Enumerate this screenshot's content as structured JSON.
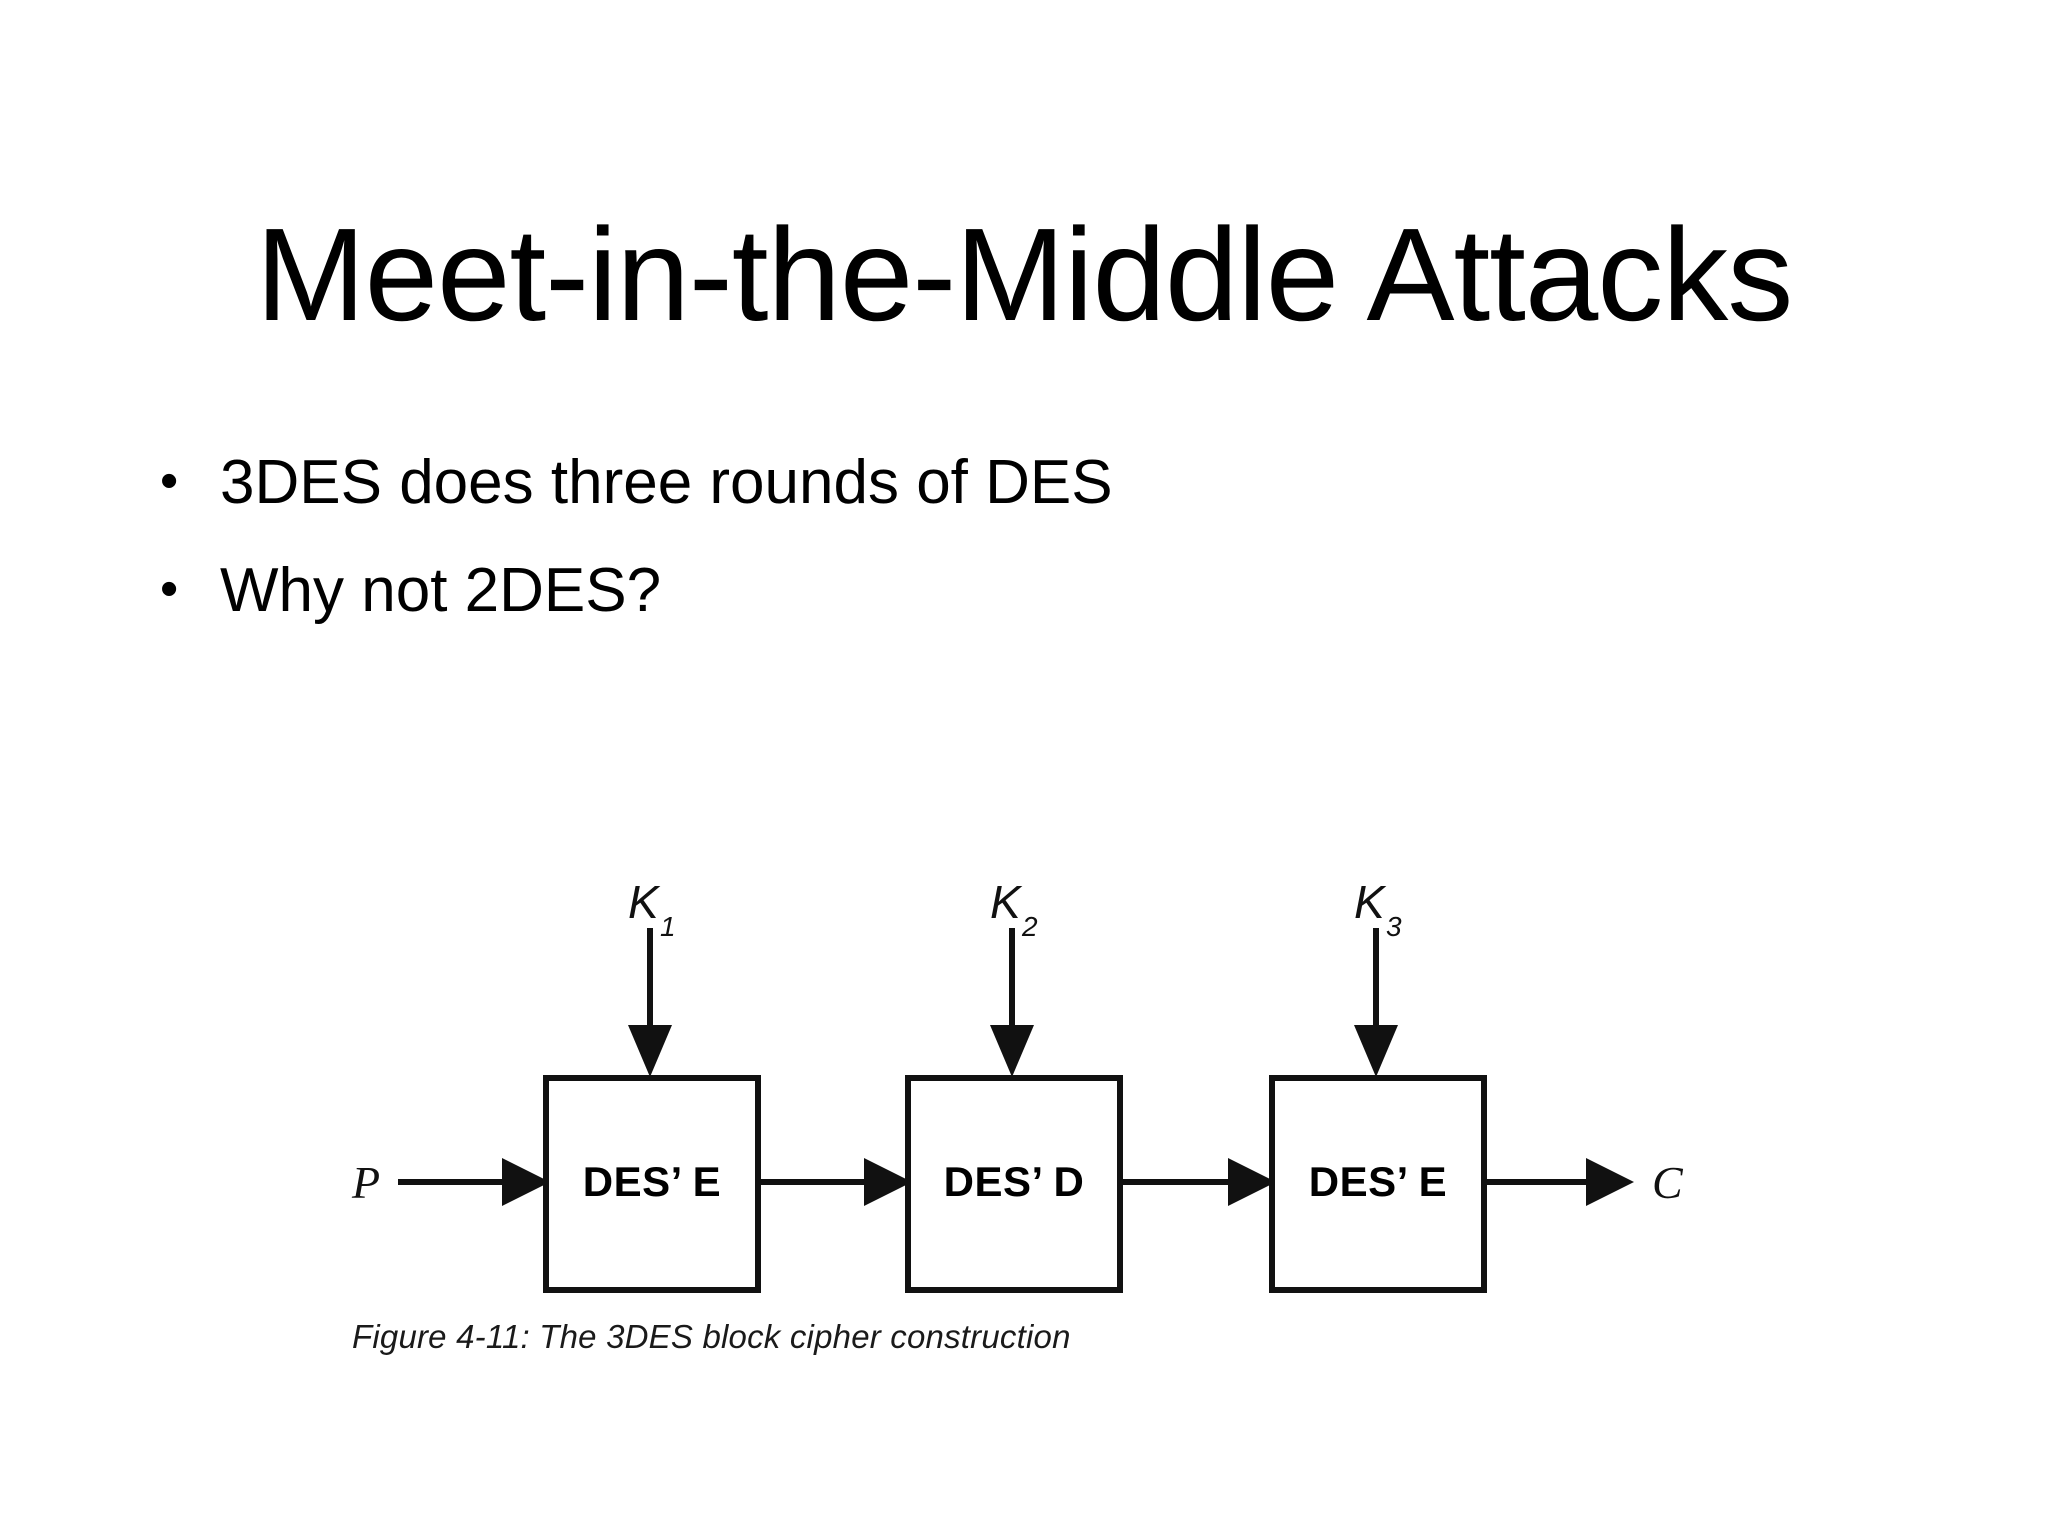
{
  "slide": {
    "title": "Meet-in-the-Middle Attacks",
    "background_color": "#ffffff",
    "text_color": "#000000"
  },
  "bullets": {
    "marker_glyph": "•",
    "items": [
      {
        "text": "3DES does three rounds of DES"
      },
      {
        "text": "Why not 2DES?"
      }
    ]
  },
  "figure": {
    "caption": "Figure 4-11: The 3DES block cipher construction",
    "input_label": "P",
    "output_label": "C",
    "keys": [
      {
        "base": "K",
        "sub": "1"
      },
      {
        "base": "K",
        "sub": "2"
      },
      {
        "base": "K",
        "sub": "3"
      }
    ],
    "blocks": [
      {
        "label": "DES’ E"
      },
      {
        "label": "DES’ D"
      },
      {
        "label": "DES’ E"
      }
    ]
  }
}
